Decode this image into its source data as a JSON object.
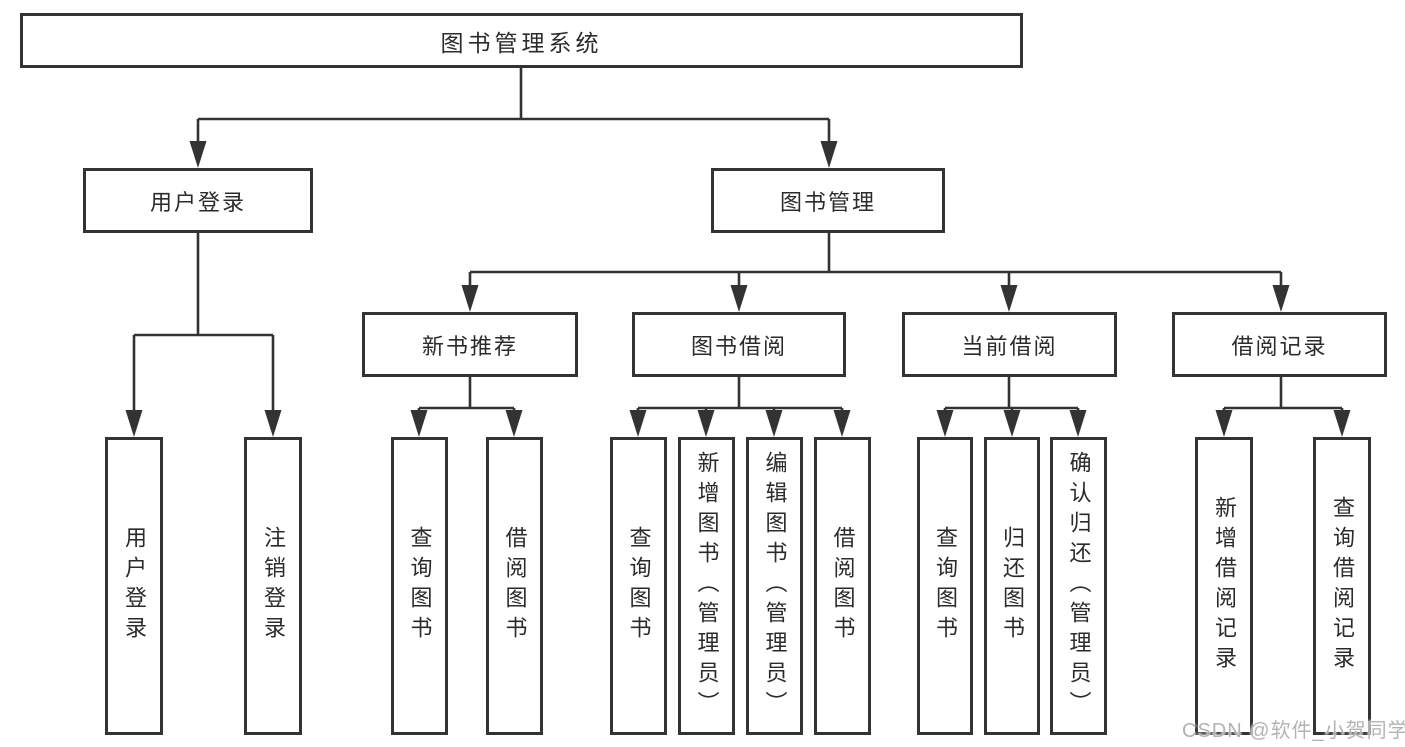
{
  "diagram": {
    "root": {
      "label": "图书管理系统"
    },
    "level2": {
      "user_login": {
        "label": "用户登录"
      },
      "book_mgmt": {
        "label": "图书管理"
      }
    },
    "level3": {
      "new_book_rec": {
        "label": "新书推荐"
      },
      "book_borrow": {
        "label": "图书借阅"
      },
      "current_borrow": {
        "label": "当前借阅"
      },
      "borrow_records": {
        "label": "借阅记录"
      }
    },
    "leaves": {
      "user_login": {
        "label": "用户登录"
      },
      "logout": {
        "label": "注销登录"
      },
      "query_book_rec": {
        "label": "查询图书"
      },
      "borrow_book_rec": {
        "label": "借阅图书"
      },
      "query_book_borrow": {
        "label": "查询图书"
      },
      "add_book_admin": {
        "label": "新增图书（管理员）"
      },
      "edit_book_admin": {
        "label": "编辑图书（管理员）"
      },
      "borrow_book_borrow": {
        "label": "借阅图书"
      },
      "query_book_current": {
        "label": "查询图书"
      },
      "return_book": {
        "label": "归还图书"
      },
      "confirm_return_admin": {
        "label": "确认归还（管理员）"
      },
      "add_borrow_record": {
        "label": "新增借阅记录"
      },
      "query_borrow_record": {
        "label": "查询借阅记录"
      }
    }
  },
  "watermark": {
    "text": "CSDN @软件_小贺同学",
    "color": "#b3b3b3"
  },
  "colors": {
    "line": "#333333",
    "box_border": "#333333",
    "text": "#2b2b2b",
    "background": "#ffffff"
  }
}
